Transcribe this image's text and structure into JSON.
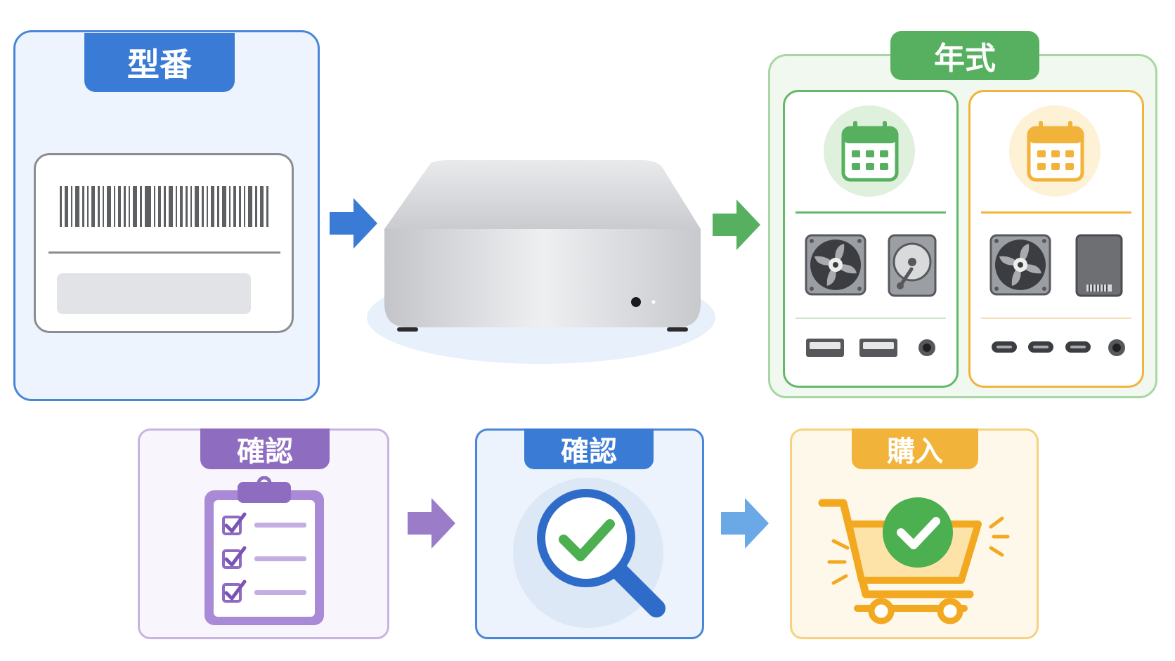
{
  "model_number": {
    "label": "型番"
  },
  "year": {
    "label": "年式"
  },
  "checklist_step": {
    "label": "確認"
  },
  "search_step": {
    "label": "確認"
  },
  "purchase_step": {
    "label": "購入"
  },
  "colors": {
    "blue": "#3a7bd5",
    "green": "#57b060",
    "orange": "#f2b33a",
    "purple": "#9b7cc8",
    "light_blue": "#6aa9e6"
  }
}
